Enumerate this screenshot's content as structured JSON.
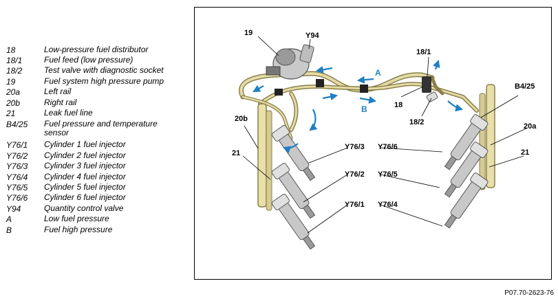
{
  "legend": [
    {
      "code": "18",
      "text": "Low-pressure fuel distributor"
    },
    {
      "code": "18/1",
      "text": "Fuel feed (low pressure)"
    },
    {
      "code": "18/2",
      "text": "Test valve with diagnostic socket"
    },
    {
      "code": "19",
      "text": "Fuel system high pressure pump"
    },
    {
      "code": "20a",
      "text": "Left rail"
    },
    {
      "code": "20b",
      "text": "Right rail"
    },
    {
      "code": "21",
      "text": "Leak fuel line"
    },
    {
      "code": "B4/25",
      "text": "Fuel pressure and temperature sensor"
    },
    {
      "code": "Y76/1",
      "text": "Cylinder 1 fuel injector"
    },
    {
      "code": "Y76/2",
      "text": "Cylinder 2 fuel injector"
    },
    {
      "code": "Y76/3",
      "text": "Cylinder 3 fuel injector"
    },
    {
      "code": "Y76/4",
      "text": "Cylinder 4 fuel injector"
    },
    {
      "code": "Y76/5",
      "text": "Cylinder 5 fuel injector"
    },
    {
      "code": "Y76/6",
      "text": "Cylinder 6 fuel injector"
    },
    {
      "code": "Y94",
      "text": "Quantity control valve"
    },
    {
      "code": "A",
      "text": "Low fuel pressure"
    },
    {
      "code": "B",
      "text": "Fuel high pressure"
    }
  ],
  "callouts": {
    "c19": "19",
    "cY94": "Y94",
    "c18_1": "18/1",
    "cA": "A",
    "cB": "B",
    "c18": "18",
    "c18_2": "18/2",
    "cB4_25": "B4/25",
    "c20b": "20b",
    "c20a": "20a",
    "c21_left": "21",
    "c21_right": "21",
    "cY76_3": "Y76/3",
    "cY76_6": "Y76/6",
    "cY76_2": "Y76/2",
    "cY76_5": "Y76/5",
    "cY76_1": "Y76/1",
    "cY76_4": "Y76/4"
  },
  "figure_ref": "P07.70-2623-76",
  "colors": {
    "arrow": "#1f7fc4",
    "tube": "#d9cf9a",
    "tube_edge": "#8a7f4a",
    "injector": "#b8b8b8",
    "text": "#000000"
  }
}
